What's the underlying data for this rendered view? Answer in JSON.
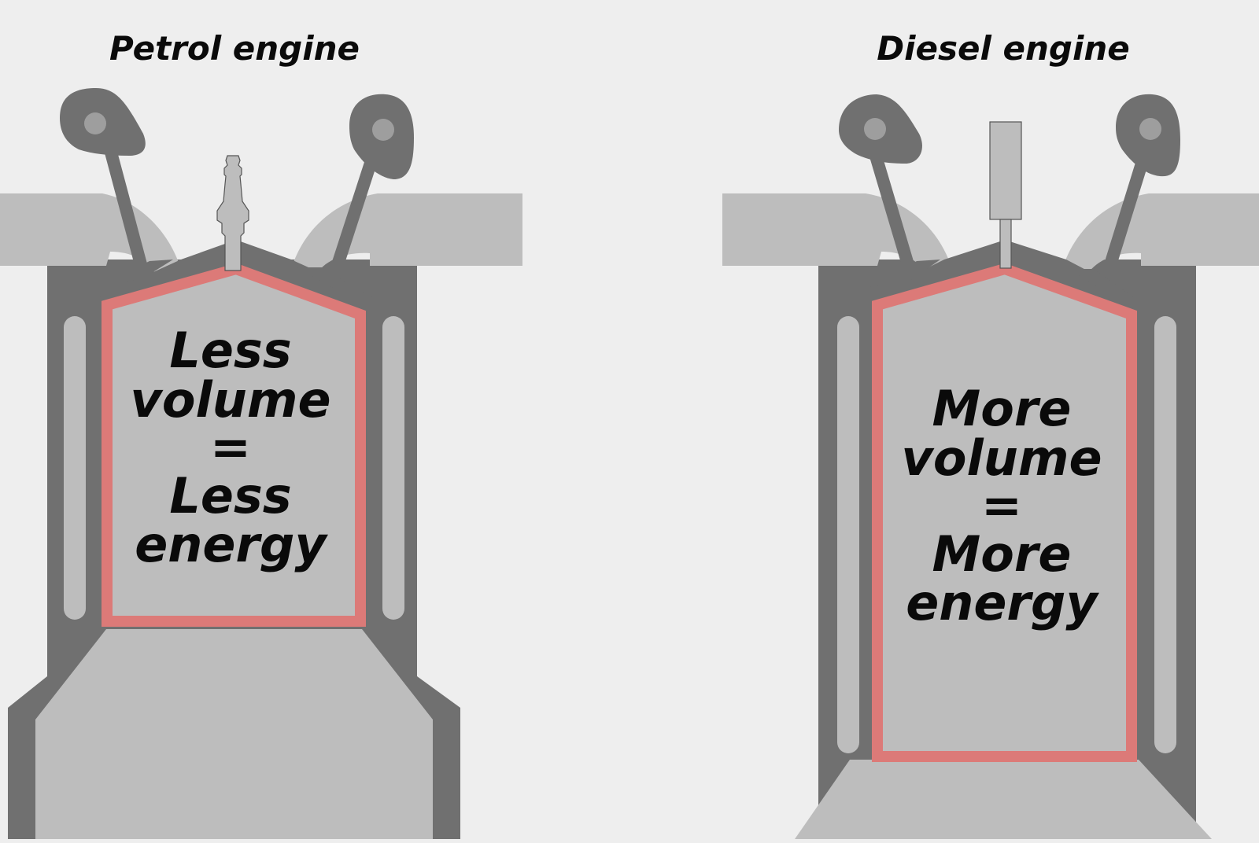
{
  "colors": {
    "background": "#eeeeee",
    "engine_block": "#707070",
    "engine_part": "#bdbdbd",
    "chamber_outline": "#dc7a78",
    "text": "#0a0a0a"
  },
  "petrol": {
    "title": "Petrol engine",
    "label_lines": [
      "Less",
      "volume",
      "=",
      "Less",
      "energy"
    ],
    "ignition": "spark-plug"
  },
  "diesel": {
    "title": "Diesel engine",
    "label_lines": [
      "More",
      "volume",
      "=",
      "More",
      "energy"
    ],
    "ignition": "fuel-injector"
  }
}
